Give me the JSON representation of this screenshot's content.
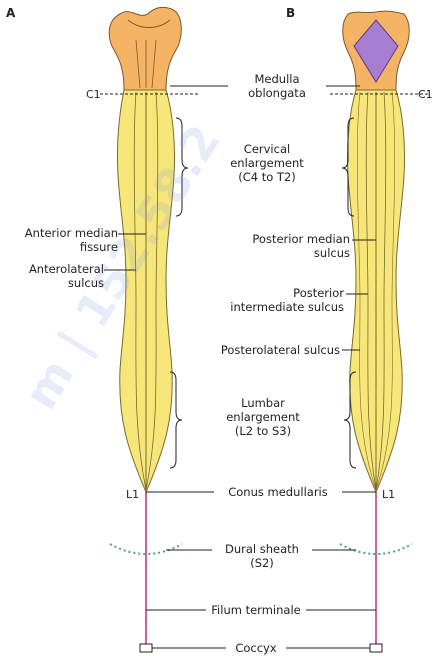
{
  "panels": {
    "a": "A",
    "b": "B"
  },
  "levels": {
    "c1_left": "C1",
    "c1_right": "C1",
    "l1_left": "L1",
    "l1_right": "L1"
  },
  "labels": {
    "medulla": "Medulla\noblongata",
    "cervical": "Cervical\nenlargement\n(C4 to T2)",
    "anterior_median": "Anterior median\nfissure",
    "anterolateral": "Anterolateral\nsulcus",
    "posterior_median": "Posterior median\nsulcus",
    "posterior_intermediate": "Posterior\nintermediate sulcus",
    "posterolateral": "Posterolateral sulcus",
    "lumbar": "Lumbar\nenlargement\n(L2 to S3)",
    "conus": "Conus medullaris",
    "dural": "Dural sheath\n(S2)",
    "filum": "Filum terminale",
    "coccyx": "Coccyx"
  },
  "watermark": "m | 152.58.2",
  "colors": {
    "cord": "#f7e77a",
    "cord_edge": "#7a6a2a",
    "medulla": "#f5b465",
    "ventricle": "#a77ed0",
    "filum": "#cf5fa8",
    "dura": "#4fa08f",
    "line": "#222222"
  }
}
